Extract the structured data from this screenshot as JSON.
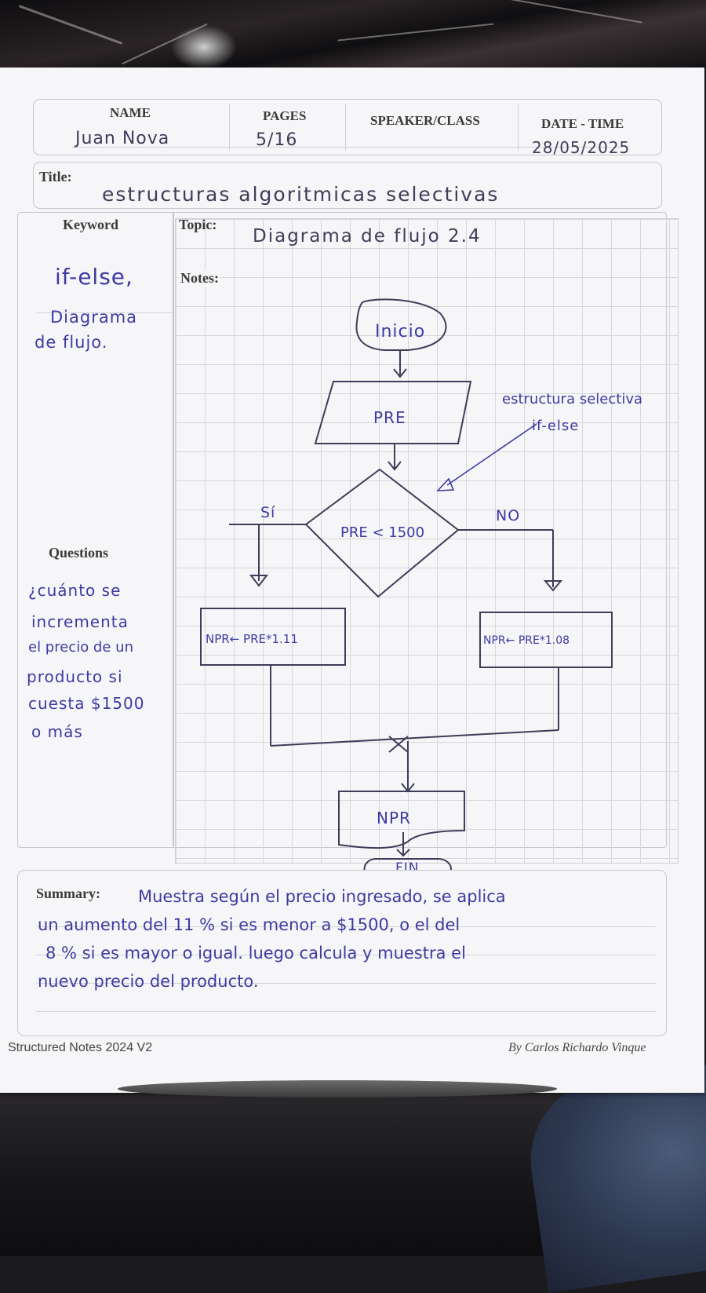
{
  "header": {
    "name_label": "NAME",
    "pages_label": "PAGES",
    "speaker_label": "SPEAKER/CLASS",
    "datetime_label": "DATE - TIME",
    "name_value": "Juan Nova",
    "pages_value": "5/16",
    "datetime_value": "28/05/2025"
  },
  "title": {
    "label": "Title:",
    "value": "estructuras algoritmicas selectivas"
  },
  "keyword": {
    "label": "Keyword",
    "lines": [
      "if-else,",
      "Diagrama",
      "de flujo."
    ]
  },
  "topic": {
    "label": "Topic:",
    "value": "Diagrama de flujo 2.4"
  },
  "notes": {
    "label": "Notes:"
  },
  "questions": {
    "label": "Questions",
    "lines": [
      "¿cuánto se",
      "incrementa",
      "el precio de un",
      "producto si",
      "cuesta $1500",
      "o más"
    ]
  },
  "flowchart": {
    "start": "Inicio",
    "input": "PRE",
    "annotation_line1": "estructura selectiva",
    "annotation_line2": "if-else",
    "condition": "PRE < 1500",
    "yes_label": "Sí",
    "no_label": "NO",
    "process_yes": "NPR← PRE*1.11",
    "process_no": "NPR← PRE*1.08",
    "output": "NPR",
    "end": "FIN"
  },
  "summary": {
    "label": "Summary:",
    "lines": [
      "Muestra según el precio ingresado, se aplica",
      "un aumento del 11 % si es menor a $1500, o el del",
      "8 % si es mayor o igual. luego calcula y muestra el",
      "nuevo precio del producto."
    ]
  },
  "footer": {
    "left": "Structured Notes 2024 V2",
    "right": "By Carlos Richardo Vinque"
  },
  "colors": {
    "ink_blue": "#3e3aa2",
    "ink_dark": "#3e3d5a",
    "printed": "#3a3a3a",
    "paper": "#f6f6f8",
    "grid": "#d7d7dc"
  }
}
